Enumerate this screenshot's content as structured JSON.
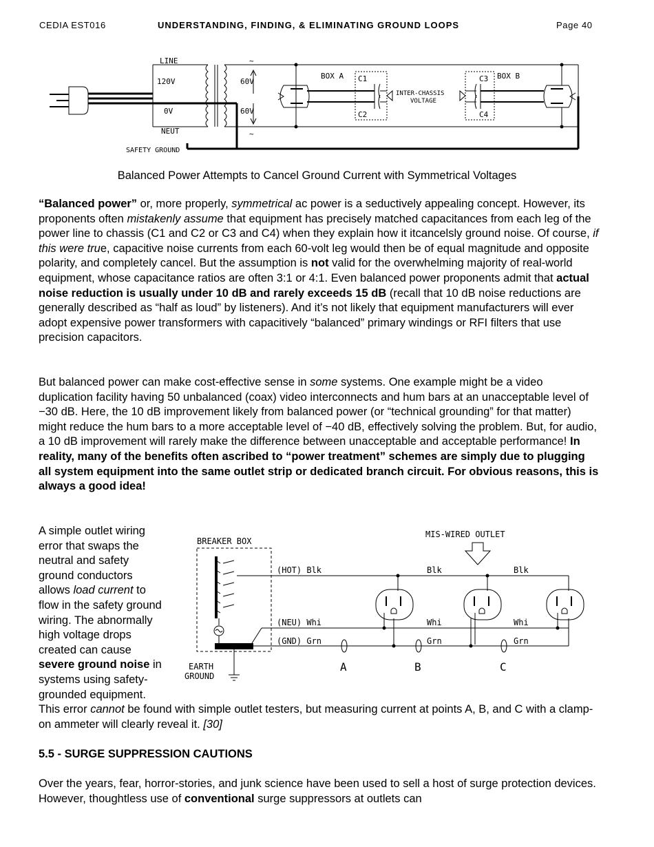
{
  "header": {
    "left": "CEDIA EST016",
    "center": "UNDERSTANDING, FINDING, & ELIMINATING GROUND LOOPS",
    "right": "Page 40"
  },
  "figure1": {
    "labels": {
      "line": "LINE",
      "v120": "120V",
      "v0": "0V",
      "neut": "NEUT",
      "safety_ground": "SAFETY GROUND",
      "v60_top": "60V",
      "v60_bottom": "60V",
      "tilde_top": "~",
      "tilde_bottom": "~",
      "box_a": "BOX A",
      "box_b": "BOX B",
      "c1": "C1",
      "c2": "C2",
      "c3": "C3",
      "c4": "C4",
      "inter_chassis_1": "INTER-CHASSIS",
      "inter_chassis_2": "VOLTAGE"
    },
    "caption": "Balanced Power Attempts to Cancel Ground Current with Symmetrical Voltages"
  },
  "para1": {
    "b1": "“Balanced power”",
    "t1": " or, more properly, ",
    "i1": "symmetrical",
    "t2": " ac power is a seductively appealing concept. However, its proponents often ",
    "i2": "mistakenly assume",
    "t3": " that equipment has precisely matched capacitances from each leg of the power line to chassis (C1 and C2 or C3 and C4) when they explain how it itcancelsly ground noise. Of course, ",
    "i3": "if this were tru",
    "t4": "e, capacitive noise currents from each 60-volt leg would then be of equal magnitude and opposite polarity, and completely cancel. But the assumption is ",
    "b2": "not",
    "t5": " valid for the overwhelming majority of real-world equipment, whose capacitance ratios are often 3:1 or 4:1. Even balanced power proponents admit that ",
    "b3": "actual noise reduction is usually under 10 dB and rarely exceeds 15 dB",
    "t6": " (recall that 10 dB noise reductions are generally described as “half as loud” by listeners). And it’s not likely that equipment manufacturers will ever adopt expensive power transformers with capacitively “balanced” primary windings or RFI filters that use precision capacitors."
  },
  "para2": {
    "t1": "But balanced power can make cost-effective sense in ",
    "i1": "some",
    "t2": " systems. One example might be a video duplication facility having 50 unbalanced (coax) video interconnects and hum bars at an unacceptable level of −30 dB. Here, the 10 dB improvement likely from balanced power (or “technical grounding” for that matter) might reduce the hum bars to a more acceptable level of −40 dB, effectively solving the problem. But, for audio, a 10 dB improvement will rarely make the difference between unacceptable and acceptable performance! ",
    "b1": "In reality, many of the benefits often ascribed to “power treatment” schemes are simply due to plugging all system equipment into the same outlet strip or dedicated branch circuit. For obvious reasons, this is always a good idea!"
  },
  "para3": {
    "t1": "A simple outlet wiring error that swaps the neutral and safety ground conductors allows ",
    "i1": "load current",
    "t2": " to flow in the safety ground wiring. The abnormally high voltage drops created can cause ",
    "b1": "severe ground noise",
    "t3": " in systems using safety-grounded equipment. This error ",
    "i2": "cannot",
    "t4": " be found with simple outlet testers, but measuring current at points A, B, and C with a clamp-on ammeter will clearly reveal it. ",
    "i3": "[30]"
  },
  "figure2": {
    "labels": {
      "breaker_box": "BREAKER BOX",
      "mis_wired": "MIS-WIRED OUTLET",
      "hot": "(HOT) Blk",
      "neu": "(NEU) Whi",
      "gnd": "(GND) Grn",
      "blk2": "Blk",
      "blk3": "Blk",
      "whi2": "Whi",
      "whi3": "Whi",
      "grn2": "Grn",
      "grn3": "Grn",
      "earth": "EARTH",
      "ground": "GROUND",
      "a": "A",
      "b": "B",
      "c": "C"
    }
  },
  "section": {
    "heading": "5.5 - SURGE SUPPRESSION CAUTIONS"
  },
  "para4": {
    "t1": "Over the years, fear, horror-stories, and junk science have been used to sell a host of surge protection devices. However, thoughtless use of ",
    "b1": "conventional",
    "t2": " surge suppressors at outlets can"
  }
}
